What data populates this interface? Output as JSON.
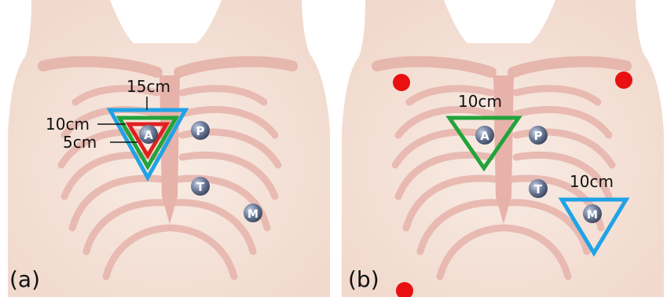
{
  "panels": [
    {
      "caption": "(a)",
      "triangle_labels": [
        "15cm",
        "10cm",
        "5cm"
      ],
      "markers": [
        "A",
        "P",
        "T",
        "M"
      ]
    },
    {
      "caption": "(b)",
      "triangle_labels": [
        "10cm",
        "10cm"
      ],
      "markers": [
        "A",
        "P",
        "T",
        "M"
      ]
    }
  ],
  "colors": {
    "skin": "#f4e2d8",
    "rib": "#e8b8b0",
    "triangle_15cm": "#1fa3e6",
    "triangle_10cm": "#23a33a",
    "triangle_5cm": "#e02020",
    "electrode_dot": "#e81010",
    "marker_fill": "#6c7a98"
  }
}
